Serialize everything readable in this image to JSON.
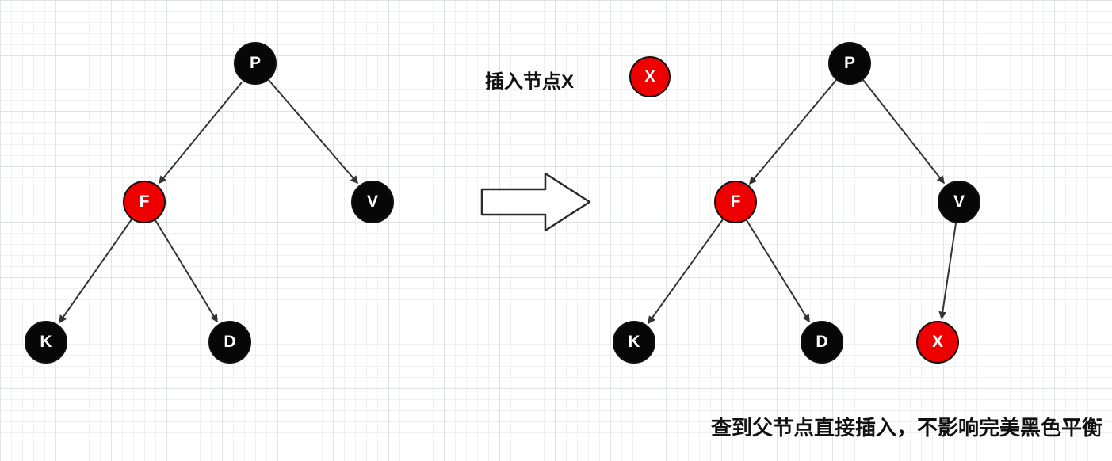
{
  "diagram": {
    "insert_label": "插入节点X",
    "caption": "查到父节点直接插入，不影响完美黑色平衡",
    "inserted_node": {
      "label": "X",
      "color": "red"
    },
    "colors": {
      "red_node": "#ee0000",
      "black_node": "#070707",
      "edge": "#333333",
      "grid_line": "#dfe3e6"
    },
    "trees": {
      "before": {
        "name": "before-insertion",
        "nodes": [
          {
            "label": "P",
            "color": "black"
          },
          {
            "label": "F",
            "color": "red"
          },
          {
            "label": "V",
            "color": "black"
          },
          {
            "label": "K",
            "color": "black"
          },
          {
            "label": "D",
            "color": "black"
          }
        ],
        "edges": [
          "P→F",
          "P→V",
          "F→K",
          "F→D"
        ]
      },
      "after": {
        "name": "after-insertion",
        "nodes": [
          {
            "label": "P",
            "color": "black"
          },
          {
            "label": "F",
            "color": "red"
          },
          {
            "label": "V",
            "color": "black"
          },
          {
            "label": "K",
            "color": "black"
          },
          {
            "label": "D",
            "color": "black"
          },
          {
            "label": "X",
            "color": "red"
          }
        ],
        "edges": [
          "P→F",
          "P→V",
          "F→K",
          "F→D",
          "V→X"
        ]
      }
    }
  }
}
